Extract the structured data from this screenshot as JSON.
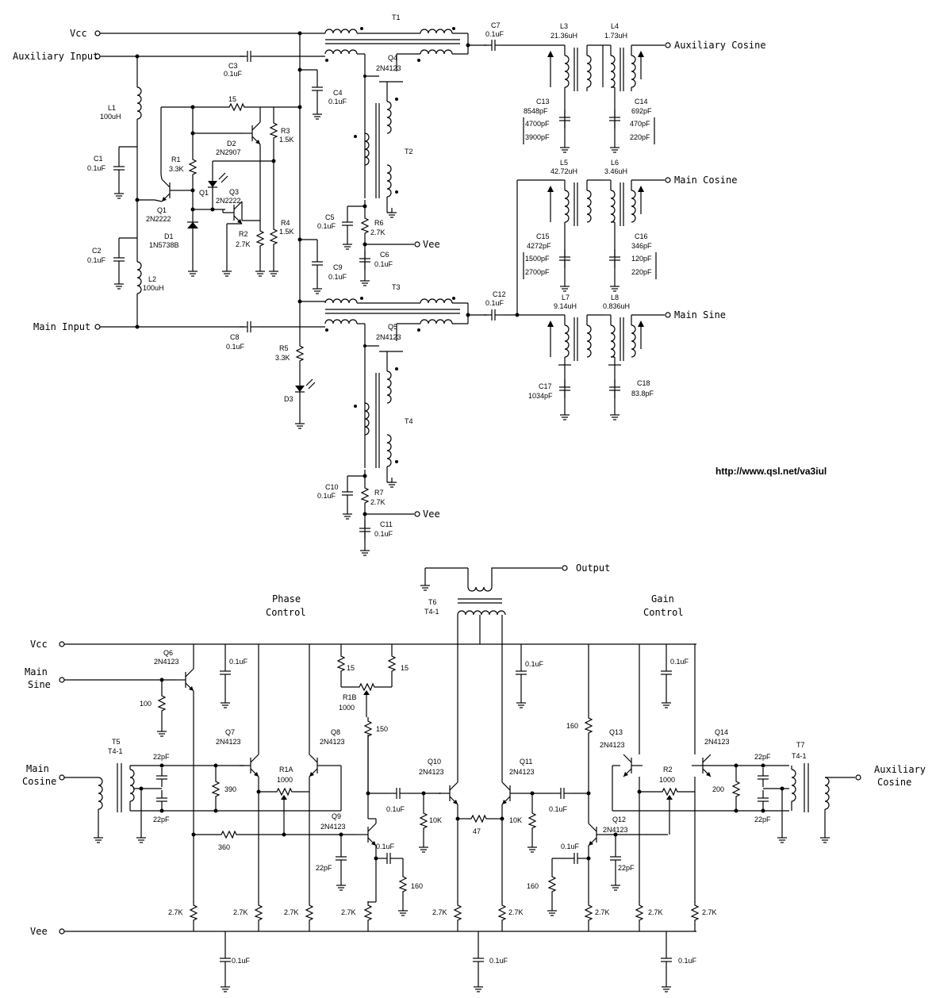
{
  "url": "http://www.qsl.net/va3iul",
  "top": {
    "ports": {
      "vcc": "Vcc",
      "aux_input": "Auxiliary Input",
      "main_input": "Main Input",
      "vee1": "Vee",
      "vee2": "Vee",
      "aux_cosine": "Auxiliary Cosine",
      "main_cosine": "Main Cosine",
      "main_sine": "Main Sine"
    },
    "transformers": {
      "t1": "T1",
      "t2": "T2",
      "t3": "T3",
      "t4": "T4"
    },
    "l1": {
      "ref": "L1",
      "val": "100uH"
    },
    "l2": {
      "ref": "L2",
      "val": "100uH"
    },
    "c1": {
      "ref": "C1",
      "val": "0.1uF"
    },
    "c2": {
      "ref": "C2",
      "val": "0.1uF"
    },
    "c3": {
      "ref": "C3",
      "val": "0.1uF"
    },
    "c4": {
      "ref": "C4",
      "val": "0.1uF"
    },
    "c5": {
      "ref": "C5",
      "val": "0.1uF"
    },
    "c6": {
      "ref": "C6",
      "val": "0.1uF"
    },
    "c7": {
      "ref": "C7",
      "val": "0.1uF"
    },
    "c8": {
      "ref": "C8",
      "val": "0.1uF"
    },
    "c9": {
      "ref": "C9",
      "val": "0.1uF"
    },
    "c10": {
      "ref": "C10",
      "val": "0.1uF"
    },
    "c11": {
      "ref": "C11",
      "val": "0.1uF"
    },
    "c12": {
      "ref": "C12",
      "val": "0.1uF"
    },
    "r_15": "15",
    "r1": {
      "ref": "R1",
      "val": "3.3K"
    },
    "r2": {
      "ref": "R2",
      "val": "2.7K"
    },
    "r3": {
      "ref": "R3",
      "val": "1.5K"
    },
    "r4": {
      "ref": "R4",
      "val": "1.5K"
    },
    "r5": {
      "ref": "R5",
      "val": "3.3K"
    },
    "r6": {
      "ref": "R6",
      "val": "2.7K"
    },
    "r7": {
      "ref": "R7",
      "val": "2.7K"
    },
    "q1": {
      "ref": "Q1",
      "val": "2N2222"
    },
    "q1b": "Q1",
    "q3": {
      "ref": "Q3",
      "val": "2N2222"
    },
    "q4": {
      "ref": "Q4",
      "val": "2N4123"
    },
    "q5": {
      "ref": "Q5",
      "val": "2N4123"
    },
    "d1": {
      "ref": "D1",
      "val": "1N5738B"
    },
    "d2": {
      "ref": "D2",
      "val": "2N2907"
    },
    "d3": "D3",
    "l3": {
      "ref": "L3",
      "val": "21.36uH"
    },
    "l4": {
      "ref": "L4",
      "val": "1.73uH"
    },
    "l5": {
      "ref": "L5",
      "val": "42.72uH"
    },
    "l6": {
      "ref": "L6",
      "val": "3.46uH"
    },
    "l7": {
      "ref": "L7",
      "val": "9.14uH"
    },
    "l8": {
      "ref": "L8",
      "val": "0.836uH"
    },
    "c13": {
      "ref": "C13",
      "val": "8548pF",
      "a": "4700pF",
      "b": "3900pF"
    },
    "c14": {
      "ref": "C14",
      "val": "692pF",
      "a": "470pF",
      "b": "220pF"
    },
    "c15": {
      "ref": "C15",
      "val": "4272pF",
      "a": "1500pF",
      "b": "2700pF"
    },
    "c16": {
      "ref": "C16",
      "val": "346pF",
      "a": "120pF",
      "b": "220pF"
    },
    "c17": {
      "ref": "C17",
      "val": "1034pF"
    },
    "c18": {
      "ref": "C18",
      "val": "83.8pF"
    }
  },
  "bottom": {
    "ports": {
      "vcc": "Vcc",
      "vee": "Vee",
      "main_sine": [
        "Main",
        "Sine"
      ],
      "main_cosine": [
        "Main",
        "Cosine"
      ],
      "aux_cosine": [
        "Auxiliary",
        "Cosine"
      ],
      "output": "Output"
    },
    "phase_control": [
      "Phase",
      "Control"
    ],
    "gain_control": [
      "Gain",
      "Control"
    ],
    "t6": {
      "ref": "T6",
      "val": "T4-1"
    },
    "t5": {
      "ref": "T5",
      "val": "T4-1"
    },
    "t7": {
      "ref": "T7",
      "val": "T4-1"
    },
    "q6": {
      "ref": "Q6",
      "val": "2N4123"
    },
    "q7": {
      "ref": "Q7",
      "val": "2N4123"
    },
    "q8": {
      "ref": "Q8",
      "val": "2N4123"
    },
    "q9": {
      "ref": "Q9",
      "val": "2N4123"
    },
    "q10": {
      "ref": "Q10",
      "val": "2N4123"
    },
    "q11": {
      "ref": "Q11",
      "val": "2N4123"
    },
    "q12": {
      "ref": "Q12",
      "val": "2N4123"
    },
    "q13": {
      "ref": "Q13",
      "val": "2N4123"
    },
    "q14": {
      "ref": "Q14",
      "val": "2N4123"
    },
    "r1a": {
      "ref": "R1A",
      "val": "1000"
    },
    "r1b": {
      "ref": "R1B",
      "val": "1000"
    },
    "r2": {
      "ref": "R2",
      "val": "1000"
    },
    "v_01uF": "0.1uF",
    "v_22pF": "22pF",
    "v_100": "100",
    "v_390": "390",
    "v_360": "360",
    "v_15": "15",
    "v_150": "150",
    "v_160": "160",
    "v_10K": "10K",
    "v_47": "47",
    "v_200": "200",
    "v_27K": "2.7K"
  }
}
